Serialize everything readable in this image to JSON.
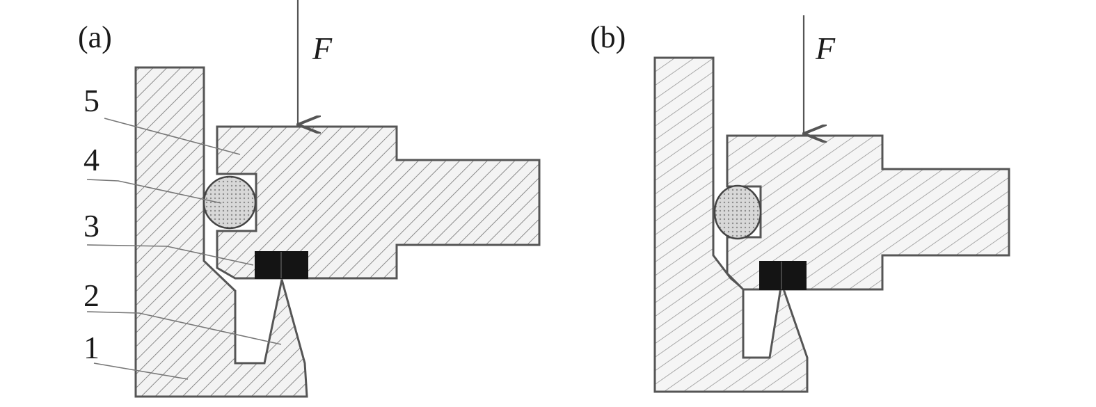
{
  "panels": {
    "a": {
      "label": "(a)",
      "force_label": "F",
      "part_labels": [
        "5",
        "4",
        "3",
        "2",
        "1"
      ]
    },
    "b": {
      "label": "(b)",
      "force_label": "F"
    }
  }
}
